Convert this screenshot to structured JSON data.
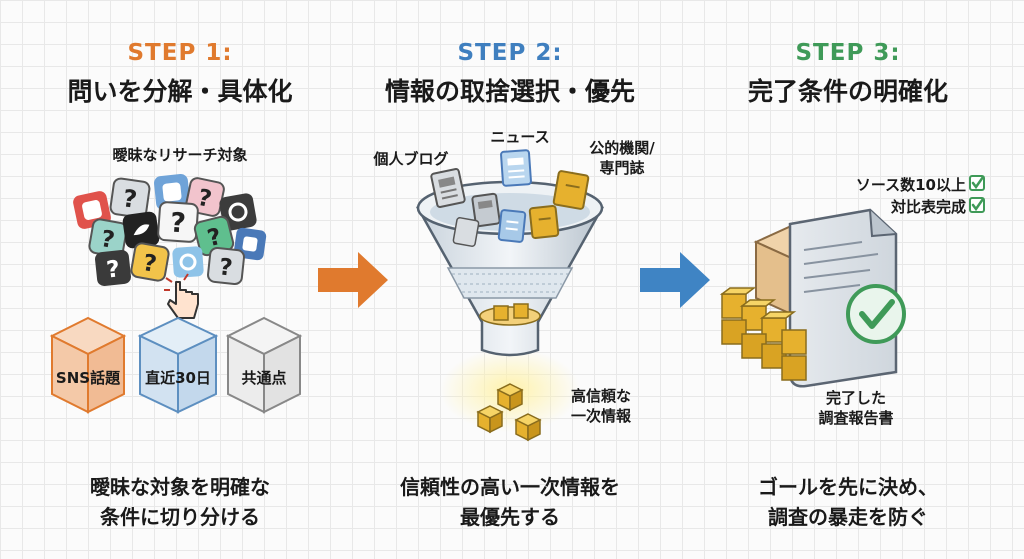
{
  "colors": {
    "step1": "#e07a2e",
    "step2": "#3f7fbf",
    "step3": "#3f9a58",
    "text": "#1a1a1a",
    "arrow1": "#e07a2e",
    "arrow2": "#3f84c4"
  },
  "step1": {
    "label": "STEP 1:",
    "title": "問いを分解・具体化",
    "caption": "曖昧なリサーチ対象",
    "cube_labels": [
      "SNS話題",
      "直近30日",
      "共通点"
    ],
    "footer_line1": "曖昧な対象を明確な",
    "footer_line2": "条件に切り分ける"
  },
  "step2": {
    "label": "STEP 2:",
    "title": "情報の取捨選択・優先",
    "source_blog": "個人ブログ",
    "source_news": "ニュース",
    "source_official_line1": "公的機関/",
    "source_official_line2": "専門誌",
    "output_line1": "高信頼な",
    "output_line2": "一次情報",
    "footer_line1": "信頼性の高い一次情報を",
    "footer_line2": "最優先する"
  },
  "step3": {
    "label": "STEP 3:",
    "title": "完了条件の明確化",
    "check_items": [
      "ソース数10以上",
      "対比表完成"
    ],
    "report_line1": "完了した",
    "report_line2": "調査報告書",
    "footer_line1": "ゴールを先に決め、",
    "footer_line2": "調査の暴走を防ぐ"
  }
}
